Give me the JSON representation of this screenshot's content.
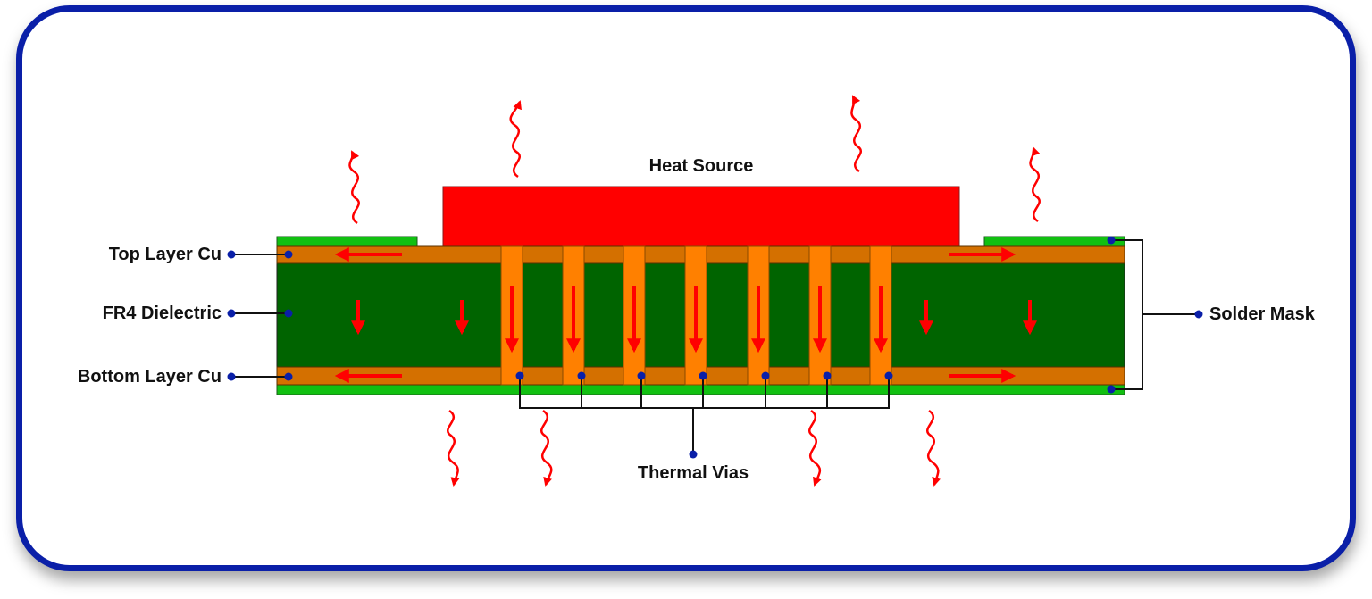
{
  "labels": {
    "heat_source": "Heat Source",
    "top_layer_cu": "Top Layer Cu",
    "fr4_dielectric": "FR4 Dielectric",
    "bottom_layer_cu": "Bottom Layer Cu",
    "solder_mask": "Solder Mask",
    "thermal_vias": "Thermal Vias"
  },
  "colors": {
    "frame_border": "#0a1fa8",
    "heat_source": "#ff0000",
    "copper": "#d47000",
    "via": "#ff8000",
    "dielectric": "#006400",
    "solder_mask": "#11c011",
    "arrow": "#ff0000",
    "leader_dot": "#0a1fa8",
    "leader_line": "#111111"
  },
  "vias": {
    "count": 7
  }
}
